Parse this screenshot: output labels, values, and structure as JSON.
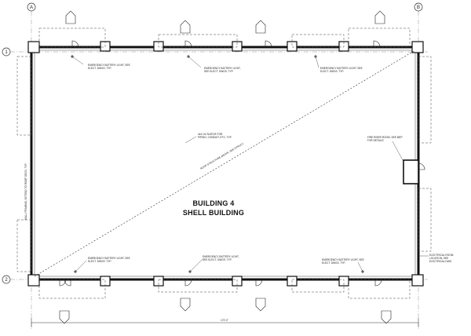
{
  "building": {
    "line1": "BUILDING 4",
    "line2": "SHELL BUILDING"
  },
  "grid": {
    "col_a": "A",
    "col_b": "B",
    "row_1": "1",
    "row_2": "2"
  },
  "notes": {
    "em_top_left": [
      "EMERGENCY BATTERY LIGHT, SEE",
      "ELECT. DWGS. TYP."
    ],
    "em_top_mid": [
      "EMERGENCY BATTERY LIGHT,",
      "SEE ELECT. DWGS. TYP."
    ],
    "em_top_right": [
      "EMERGENCY BATTERY LIGHT, SEE",
      "ELECT. DWGS. TYP."
    ],
    "em_bot_left": [
      "EMERGENCY BATTERY LIGHT, SEE",
      "ELECT. DWGS. TYP."
    ],
    "em_bot_mid": [
      "EMERGENCY BATTERY LIGHT,",
      "SEE ELECT. DWGS. TYP."
    ],
    "em_bot_right": [
      "EMERGENCY BATTERY LIGHT, SEE",
      "ELECT. DWGS. TYP."
    ],
    "sleeve": [
      "4x4 1/4 SLEEVE FOR",
      "PIPING, CONDUIT, ETC. TYP."
    ],
    "riser": [
      "FIRE RISER ROOM, SEE MEP",
      "FOR DETAILS"
    ],
    "diagonal": "ROOF STRUCTURE ABOVE, SEE STRUCT.",
    "left_vertical": "WALL FRAMING, EXTEND TO ROOF DECK, TYP.",
    "elec_room": [
      "ELECTRICAL ROOM",
      "LOCATION, SEE",
      "ELECTRICAL DWG"
    ],
    "dim_bottom": "170'-0\""
  }
}
